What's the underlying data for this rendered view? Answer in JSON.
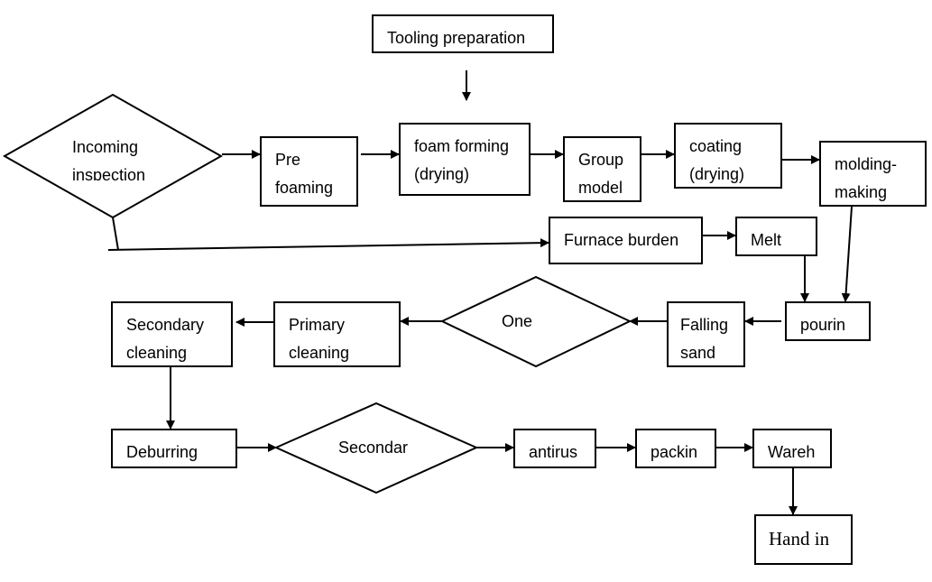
{
  "diagram": {
    "nodes": {
      "tooling": {
        "lines": [
          "Tooling preparation"
        ]
      },
      "incoming": {
        "lines": [
          "Incoming",
          "inspection"
        ]
      },
      "pre_foaming": {
        "lines": [
          "Pre",
          "foaming"
        ]
      },
      "foam_forming": {
        "lines": [
          "foam forming",
          "(drying)"
        ]
      },
      "group_model": {
        "lines": [
          "Group",
          "model"
        ]
      },
      "coating": {
        "lines": [
          "coating",
          "(drying)"
        ]
      },
      "molding": {
        "lines": [
          "molding-",
          "making"
        ]
      },
      "furnace": {
        "lines": [
          "Furnace burden"
        ]
      },
      "melt": {
        "lines": [
          "Melt"
        ]
      },
      "pouring": {
        "lines": [
          "pourin"
        ]
      },
      "falling_sand": {
        "lines": [
          "Falling",
          "sand"
        ]
      },
      "one": {
        "lines": [
          "One"
        ]
      },
      "primary_cleaning": {
        "lines": [
          "Primary",
          "cleaning"
        ]
      },
      "secondary_cleaning": {
        "lines": [
          "Secondary",
          "cleaning"
        ]
      },
      "deburring": {
        "lines": [
          "Deburring"
        ]
      },
      "secondar": {
        "lines": [
          "Secondar"
        ]
      },
      "antirust": {
        "lines": [
          "antirus"
        ]
      },
      "packing": {
        "lines": [
          "packin"
        ]
      },
      "warehouse": {
        "lines": [
          "Wareh"
        ]
      },
      "hand_in": {
        "lines": [
          "Hand in"
        ]
      }
    }
  }
}
